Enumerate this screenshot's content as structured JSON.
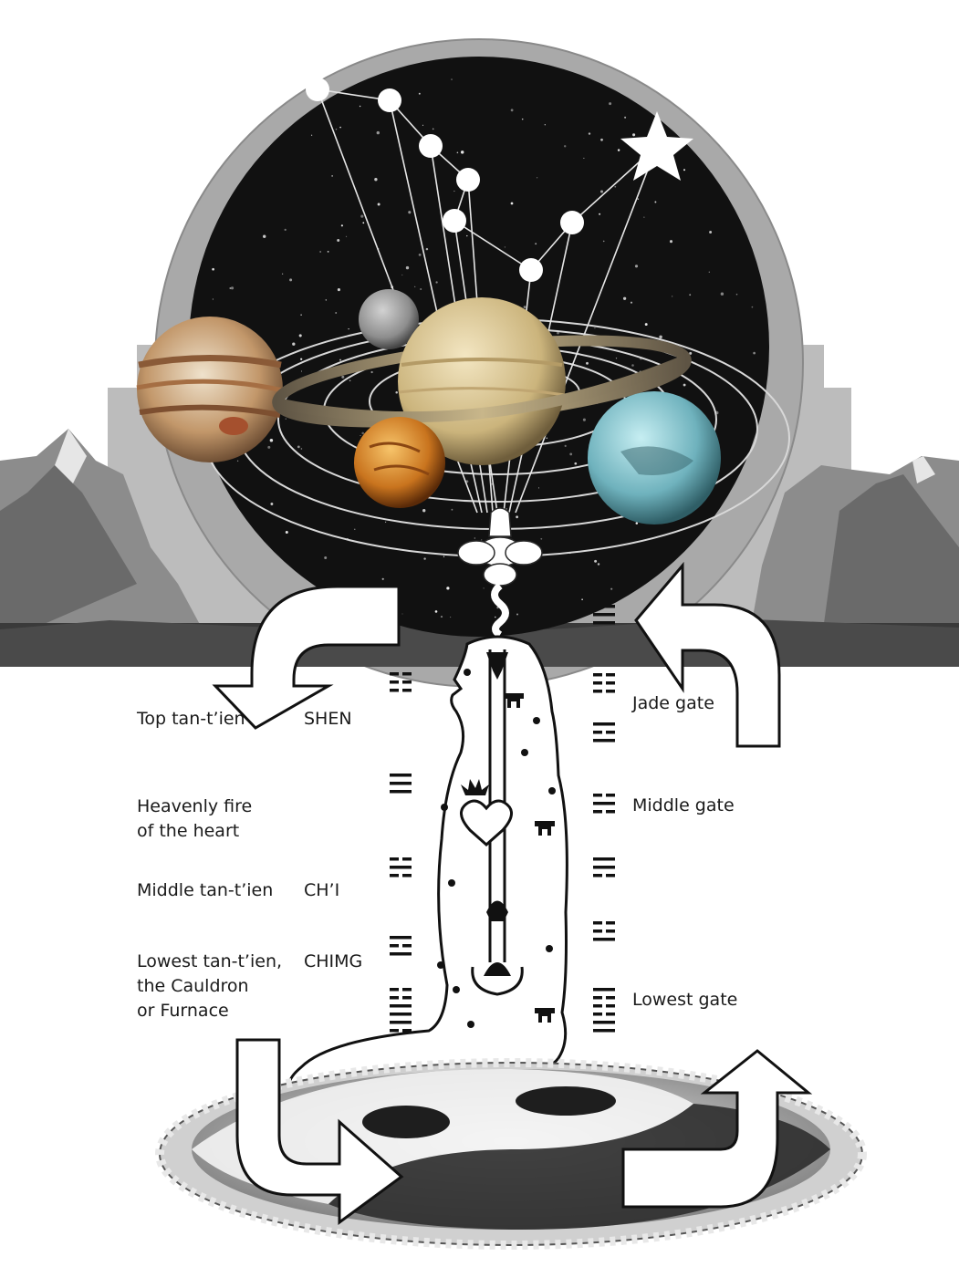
{
  "labels": {
    "top_tantien": "Top tan-t’ien",
    "shen": "SHEN",
    "heavenly_fire": "Heavenly fire\nof the heart",
    "middle_tantien": "Middle tan-t’ien",
    "chi": "CH’I",
    "lowest_tantien": "Lowest tan-t’ien,\nthe Cauldron\nor Furnace",
    "chimg": "CHIMG",
    "jade_gate": "Jade gate",
    "middle_gate": "Middle gate",
    "lowest_gate": "Lowest gate"
  },
  "trigrams_left": [
    [
      0,
      0,
      0
    ],
    [
      1,
      1,
      1
    ],
    [
      0,
      1,
      0
    ],
    [
      1,
      0,
      1
    ],
    [
      0,
      0,
      1
    ],
    [
      1,
      1,
      0
    ]
  ],
  "trigrams_right": [
    [
      1,
      1,
      1
    ],
    [
      0,
      0,
      0
    ],
    [
      1,
      0,
      1
    ],
    [
      0,
      1,
      0
    ],
    [
      1,
      1,
      0
    ],
    [
      0,
      0,
      1
    ],
    [
      1,
      0,
      0
    ],
    [
      0,
      1,
      1
    ]
  ],
  "colors": {
    "sky": "#111111",
    "stone": "#b9b9b9",
    "saturn": "#d6c28e",
    "jupiter": "#c49a6c",
    "venus": "#d48a2a",
    "uranus": "#79b9c4",
    "mercury": "#8a8a8a"
  }
}
